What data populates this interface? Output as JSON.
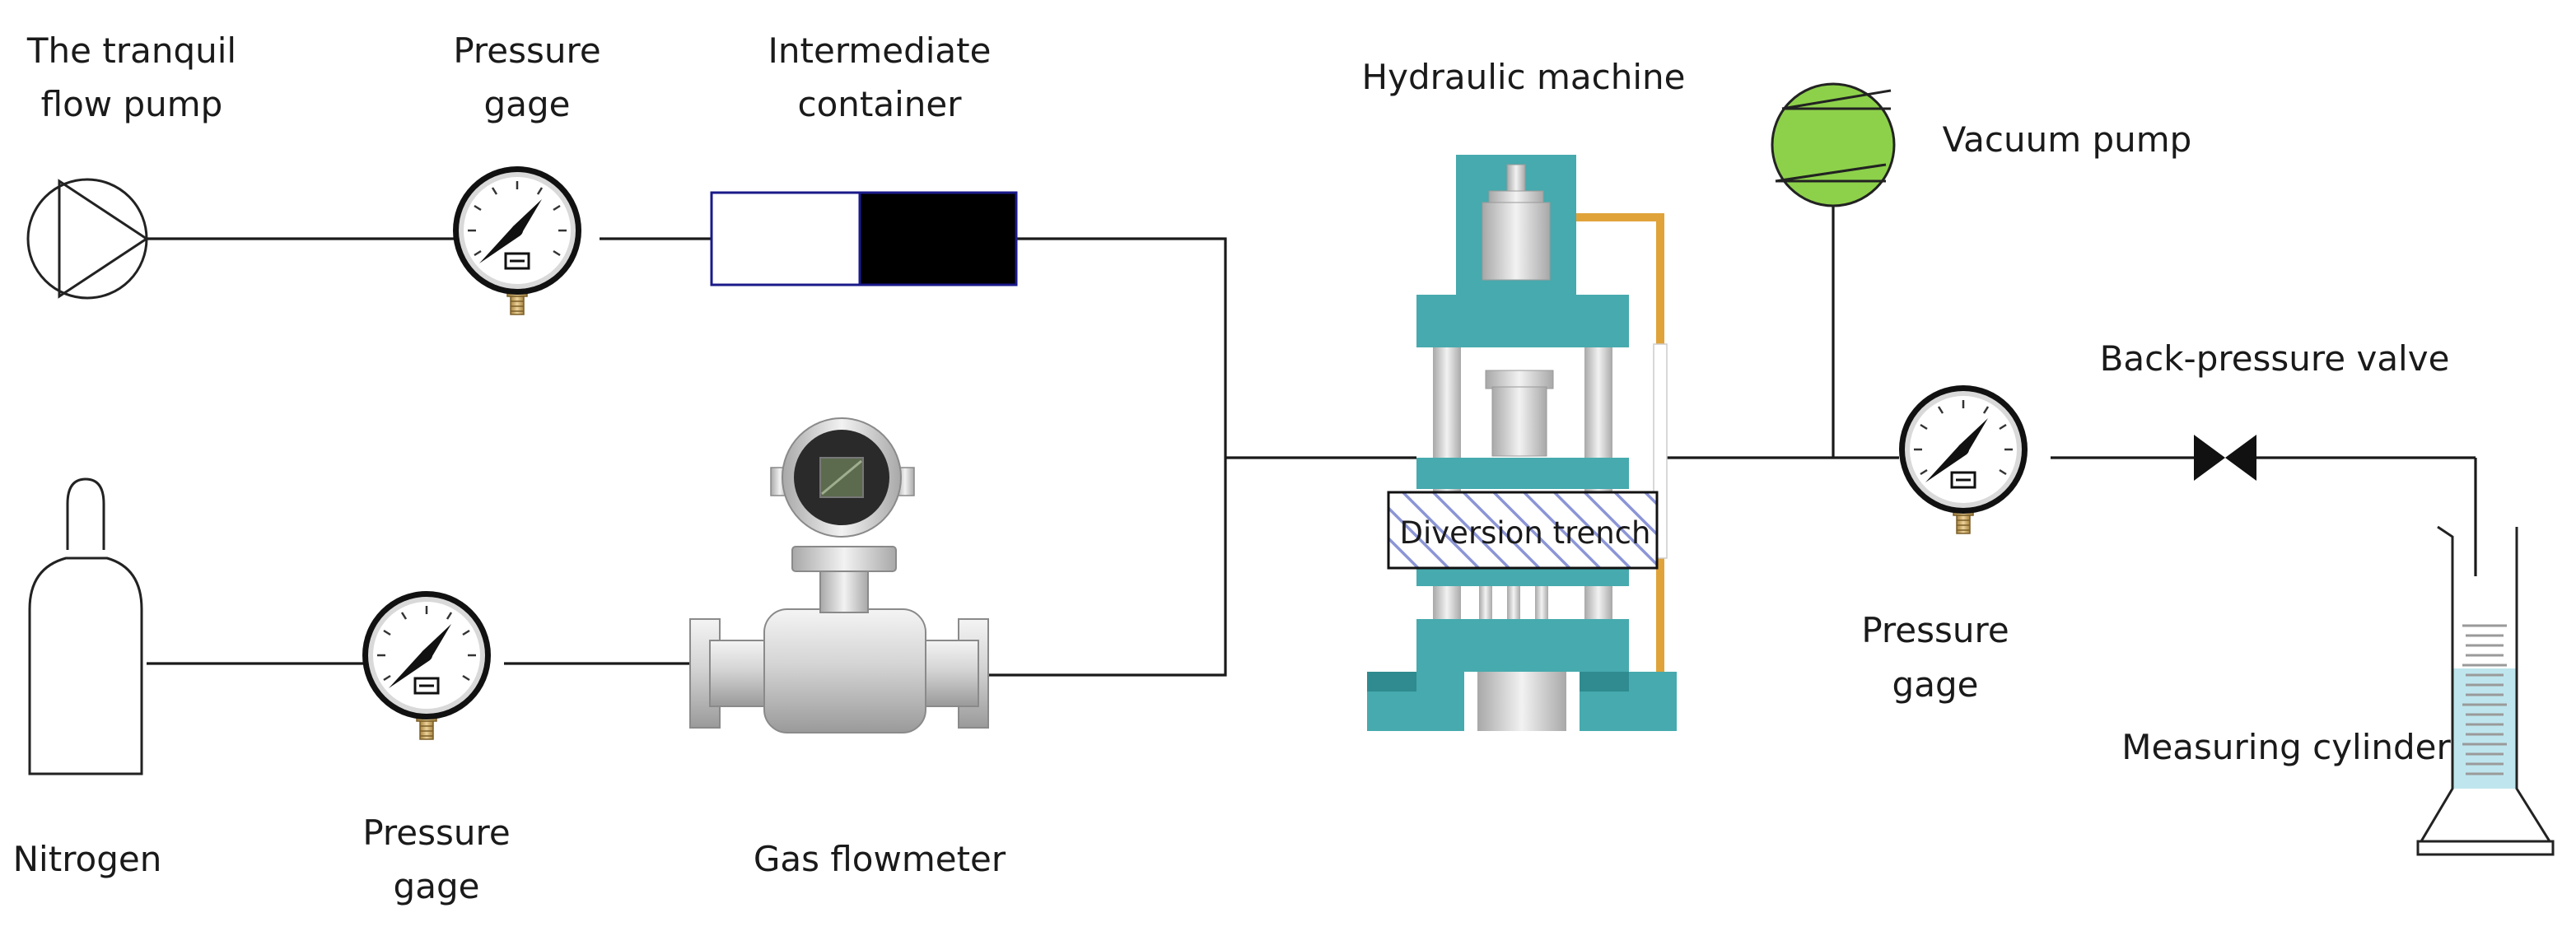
{
  "labels": {
    "flow_pump": [
      "The tranquil",
      "flow pump"
    ],
    "gage_top": [
      "Pressure",
      "gage"
    ],
    "intermediate_container": [
      "Intermediate",
      "container"
    ],
    "hydraulic_machine": "Hydraulic machine",
    "vacuum_pump": "Vacuum pump",
    "back_pressure_valve": "Back-pressure valve",
    "nitrogen": "Nitrogen",
    "gage_bottom": [
      "Pressure",
      "gage"
    ],
    "gas_flowmeter": "Gas flowmeter",
    "gage_right": [
      "Pressure",
      "gage"
    ],
    "measuring_cylinder": "Measuring cylinder",
    "diversion_trench": "Diversion trench"
  },
  "colors": {
    "machine_teal": "#46AAAE",
    "machine_teal_dark": "#2F8B8F",
    "vacuum_green": "#8DD14A",
    "brass": "#C9A35E",
    "oil_line": "#E0A33A",
    "liquid": "#BFE6EE"
  }
}
